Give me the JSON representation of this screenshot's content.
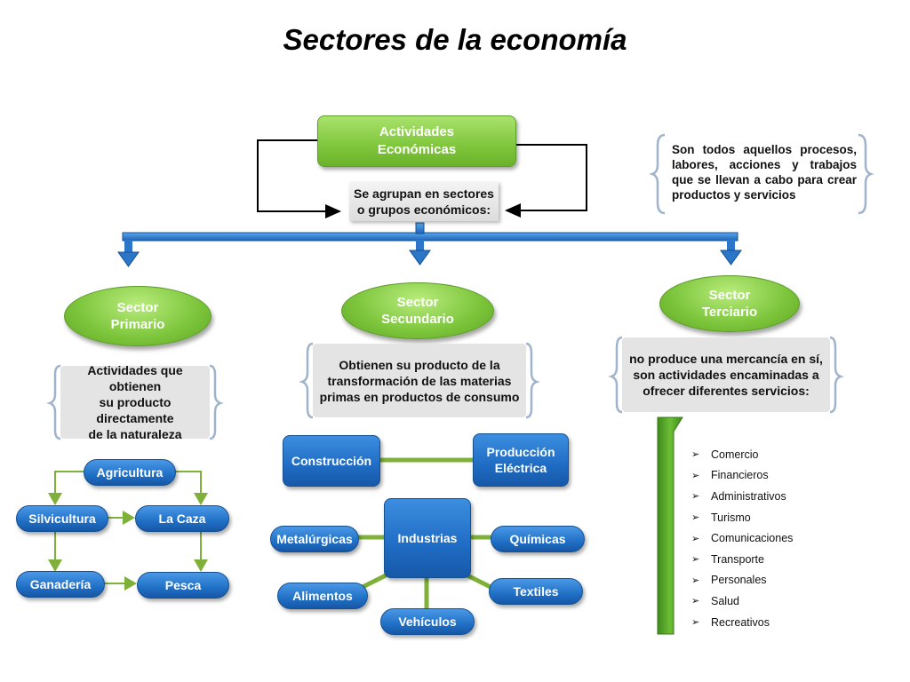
{
  "title": "Sectores de la economía",
  "root": {
    "label_line1": "Actividades",
    "label_line2": "Económicas",
    "grouping_line1": "Se agrupan en sectores",
    "grouping_line2": "o grupos económicos:",
    "definition": "Son todos aquellos procesos, labores, acciones y trabajos que se llevan a cabo para crear productos y servicios"
  },
  "sectors": {
    "primary": {
      "label_line1": "Sector",
      "label_line2": "Primario",
      "description_lines": [
        "Actividades que obtienen",
        "su producto directamente",
        "de la naturaleza"
      ],
      "activities": [
        "Agricultura",
        "Silvicultura",
        "La Caza",
        "Ganadería",
        "Pesca"
      ]
    },
    "secondary": {
      "label_line1": "Sector",
      "label_line2": "Secundario",
      "description_lines": [
        "Obtienen su producto de la",
        "transformación de las materias",
        "primas en productos de consumo"
      ],
      "construction": "Construcción",
      "electric_line1": "Producción",
      "electric_line2": "Eléctrica",
      "industries": "Industrias",
      "industry_types": [
        "Metalúrgicas",
        "Químicas",
        "Alimentos",
        "Textiles",
        "Vehículos"
      ]
    },
    "tertiary": {
      "label_line1": "Sector",
      "label_line2": "Terciario",
      "description_lines": [
        "no produce una mercancía en sí,",
        "son actividades encaminadas a",
        "ofrecer diferentes servicios:"
      ],
      "services": [
        "Comercio",
        "Financieros",
        "Administrativos",
        "Turismo",
        "Comunicaciones",
        "Transporte",
        "Personales",
        "Salud",
        "Recreativos"
      ]
    }
  },
  "colors": {
    "green": "#7fc63c",
    "blue": "#1f6cc4",
    "gray": "#e4e4e4"
  }
}
